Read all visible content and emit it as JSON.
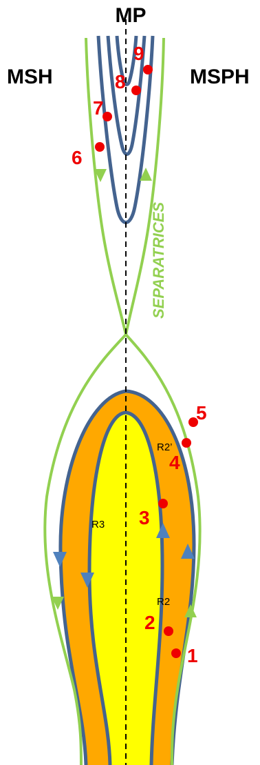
{
  "labels": {
    "mp": "MP",
    "msh": "MSH",
    "msph": "MSPH",
    "separatrices": "SEPARATRICES",
    "r2": "R2",
    "r2_prime": "R2’",
    "r3": "R3"
  },
  "points": [
    {
      "id": "1",
      "label": "1"
    },
    {
      "id": "2",
      "label": "2"
    },
    {
      "id": "3",
      "label": "3"
    },
    {
      "id": "4",
      "label": "4"
    },
    {
      "id": "5",
      "label": "5"
    },
    {
      "id": "6",
      "label": "6"
    },
    {
      "id": "7",
      "label": "7"
    },
    {
      "id": "8",
      "label": "8"
    },
    {
      "id": "9",
      "label": "9"
    }
  ],
  "colors": {
    "separatrix": "#92d050",
    "field_line": "#44638f",
    "orange_region": "#ffa800",
    "yellow_region": "#ffff00",
    "marker": "#ee0000",
    "text": "#000000",
    "arrow": "#4f81bd"
  }
}
